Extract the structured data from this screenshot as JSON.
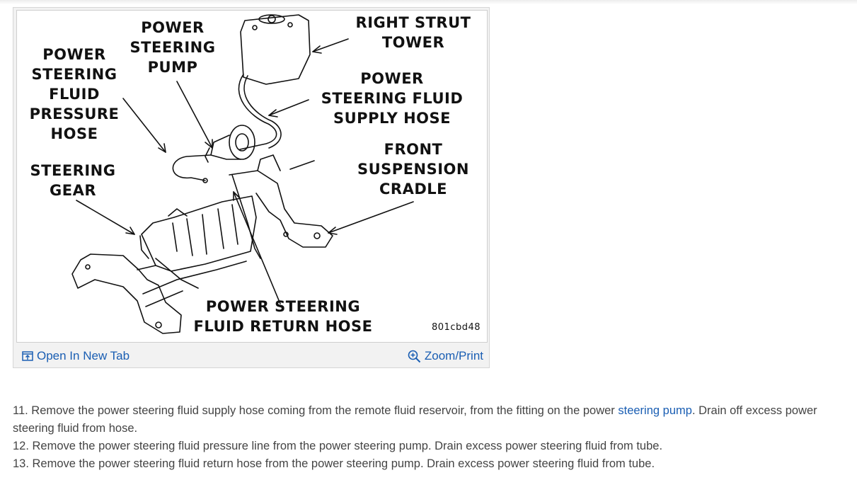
{
  "figure": {
    "labels": {
      "pressure_hose": "POWER\nSTEERING\nFLUID\nPRESSURE\nHOSE",
      "pump": "POWER\nSTEERING\nPUMP",
      "strut_tower": "RIGHT STRUT\nTOWER",
      "supply_hose": "POWER\nSTEERING FLUID\nSUPPLY HOSE",
      "steering_gear": "STEERING\nGEAR",
      "cradle": "FRONT\nSUSPENSION\nCRADLE",
      "return_hose": "POWER STEERING\nFLUID RETURN HOSE"
    },
    "code": "801cbd48"
  },
  "actions": {
    "open_new_tab": "Open In New Tab",
    "zoom_print": "Zoom/Print"
  },
  "instructions": {
    "step11_before": "11. Remove the power steering fluid supply hose coming from the remote fluid reservoir, from the fitting on the power ",
    "step11_link": "steering pump",
    "step11_after": ". Drain off excess power steering fluid from hose.",
    "step12": "12. Remove the power steering fluid pressure line from the power steering pump. Drain excess power steering fluid from tube.",
    "step13": "13. Remove the power steering fluid return hose from the power steering pump. Drain excess power steering fluid from tube."
  },
  "colors": {
    "link": "#1a5eb3",
    "body_text": "#444444"
  }
}
